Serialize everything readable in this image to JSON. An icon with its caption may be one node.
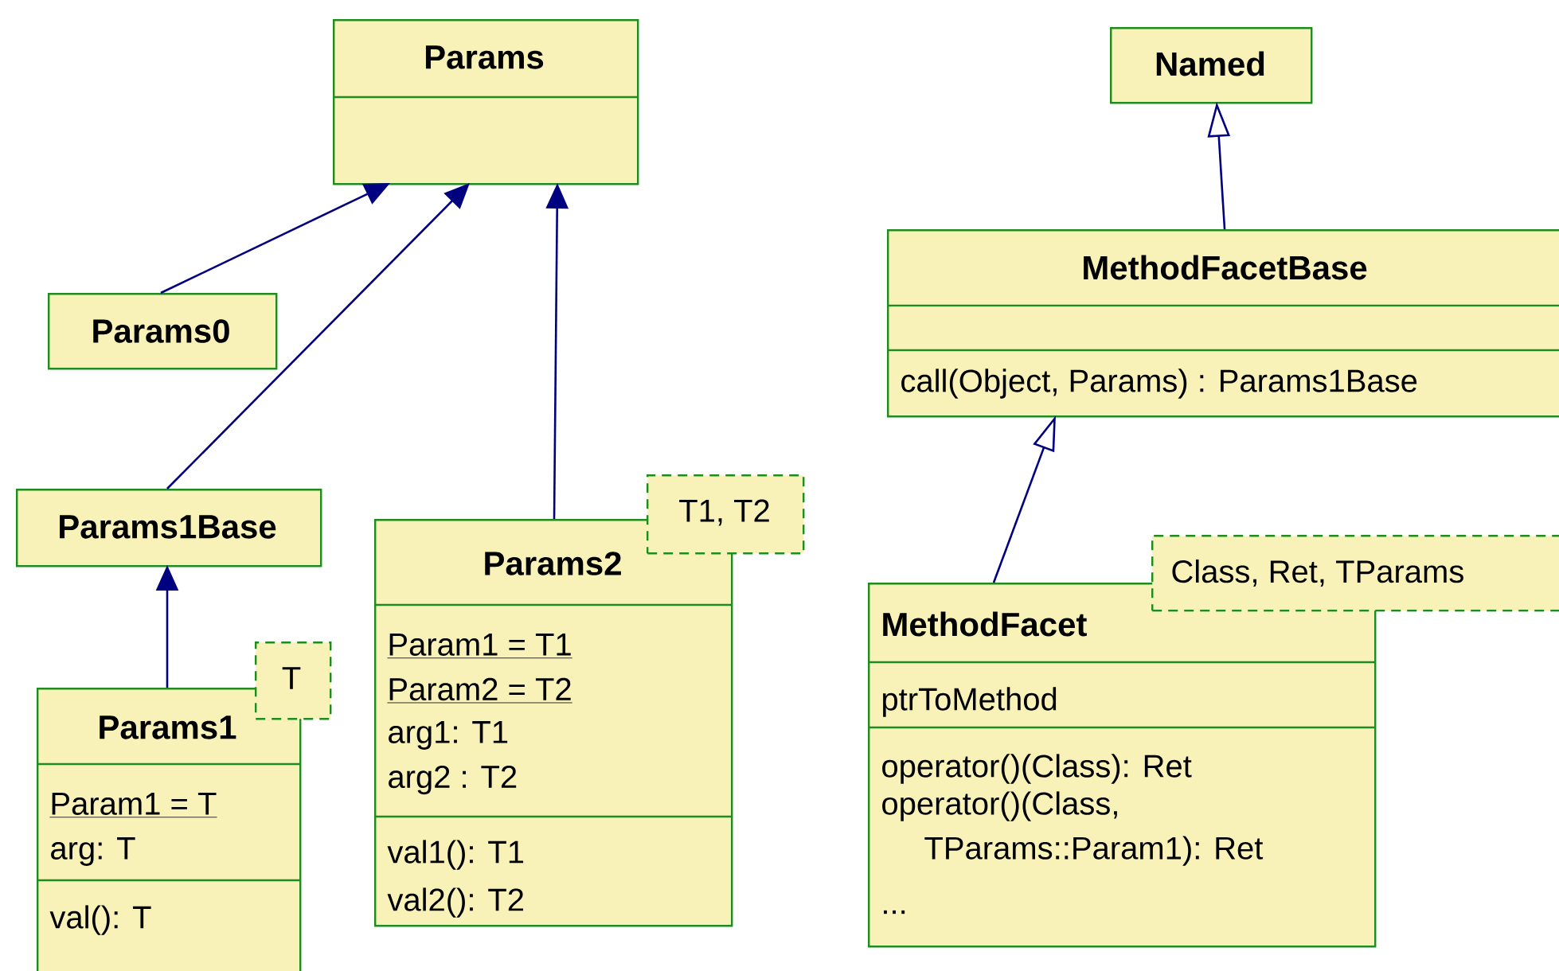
{
  "diagram": {
    "nodes": [
      {
        "text": [
          "Params"
        ]
      },
      {
        "text": [
          "Params0"
        ]
      },
      {
        "text": [
          "Params1Base"
        ]
      },
      {
        "text": [
          "Params1",
          "Param1 = T",
          "arg: T",
          "val(): T"
        ]
      },
      {
        "text": [
          "T"
        ]
      },
      {
        "text": [
          "Params2",
          "Param1 = T1",
          "Param2 = T2",
          "arg1: T1",
          "arg2 : T2",
          "val1(): T1",
          "val2(): T2"
        ]
      },
      {
        "text": [
          "T1, T2"
        ]
      },
      {
        "text": [
          "Named"
        ]
      },
      {
        "text": [
          "MethodFacetBase",
          "call(Object, Params) : Params1Base"
        ]
      },
      {
        "text": [
          "MethodFacet",
          "ptrToMethod",
          "operator()(Class): Ret",
          "operator()(Class, TParams::Param1): Ret",
          "..."
        ]
      },
      {
        "text": [
          "Class, Ret, TParams"
        ]
      }
    ],
    "edges": [
      {
        "from": 1,
        "to": 0,
        "arrow": "to"
      },
      {
        "from": 2,
        "to": 0,
        "arrow": "to"
      },
      {
        "from": 5,
        "to": 0,
        "arrow": "to"
      },
      {
        "from": 3,
        "to": 2,
        "arrow": "to"
      },
      {
        "from": 8,
        "to": 7,
        "arrow": "to"
      },
      {
        "from": 9,
        "to": 8,
        "arrow": "to"
      }
    ]
  }
}
